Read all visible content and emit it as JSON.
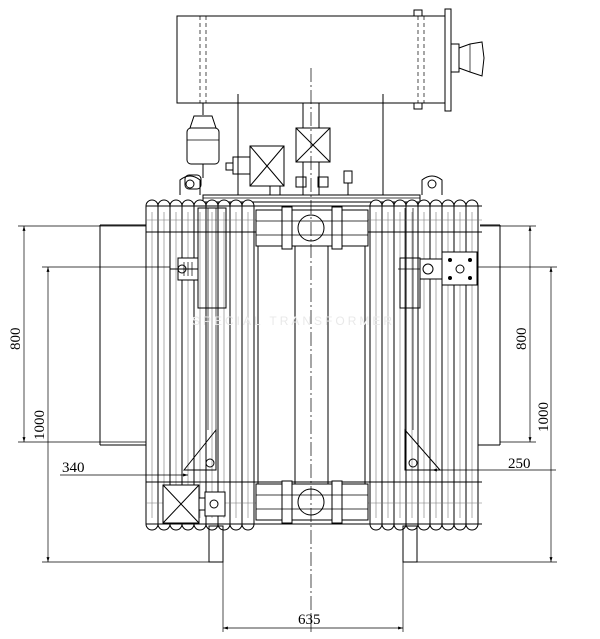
{
  "drawing": {
    "watermark": "SPECIAL TRANSFORMER"
  },
  "dimensions": {
    "left_inner": "800",
    "left_outer": "1000",
    "right_inner": "800",
    "right_outer": "1000",
    "left_offset": "340",
    "right_offset": "250",
    "bottom_width": "635"
  }
}
